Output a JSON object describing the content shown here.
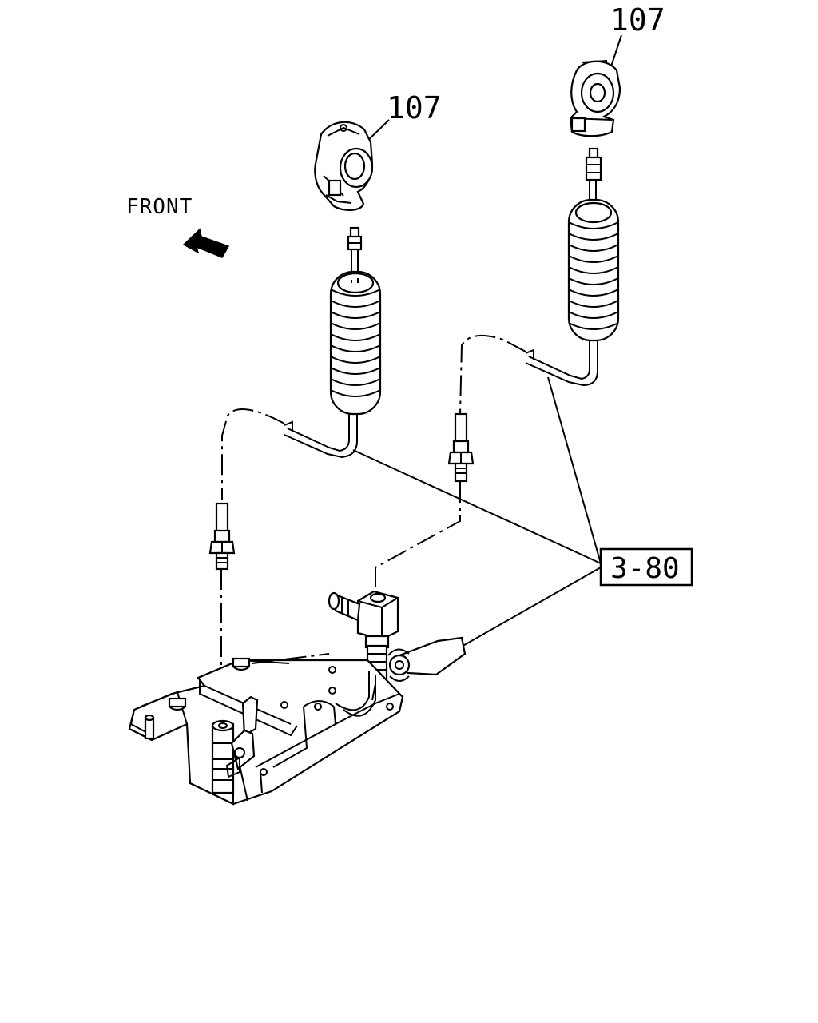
{
  "labels": {
    "front": "FRONT",
    "part_left": "107",
    "part_right": "107",
    "reference": "3-80"
  },
  "icons": {
    "direction_arrow": "front-arrow-icon"
  },
  "colors": {
    "line": "#000000",
    "background": "#ffffff"
  }
}
